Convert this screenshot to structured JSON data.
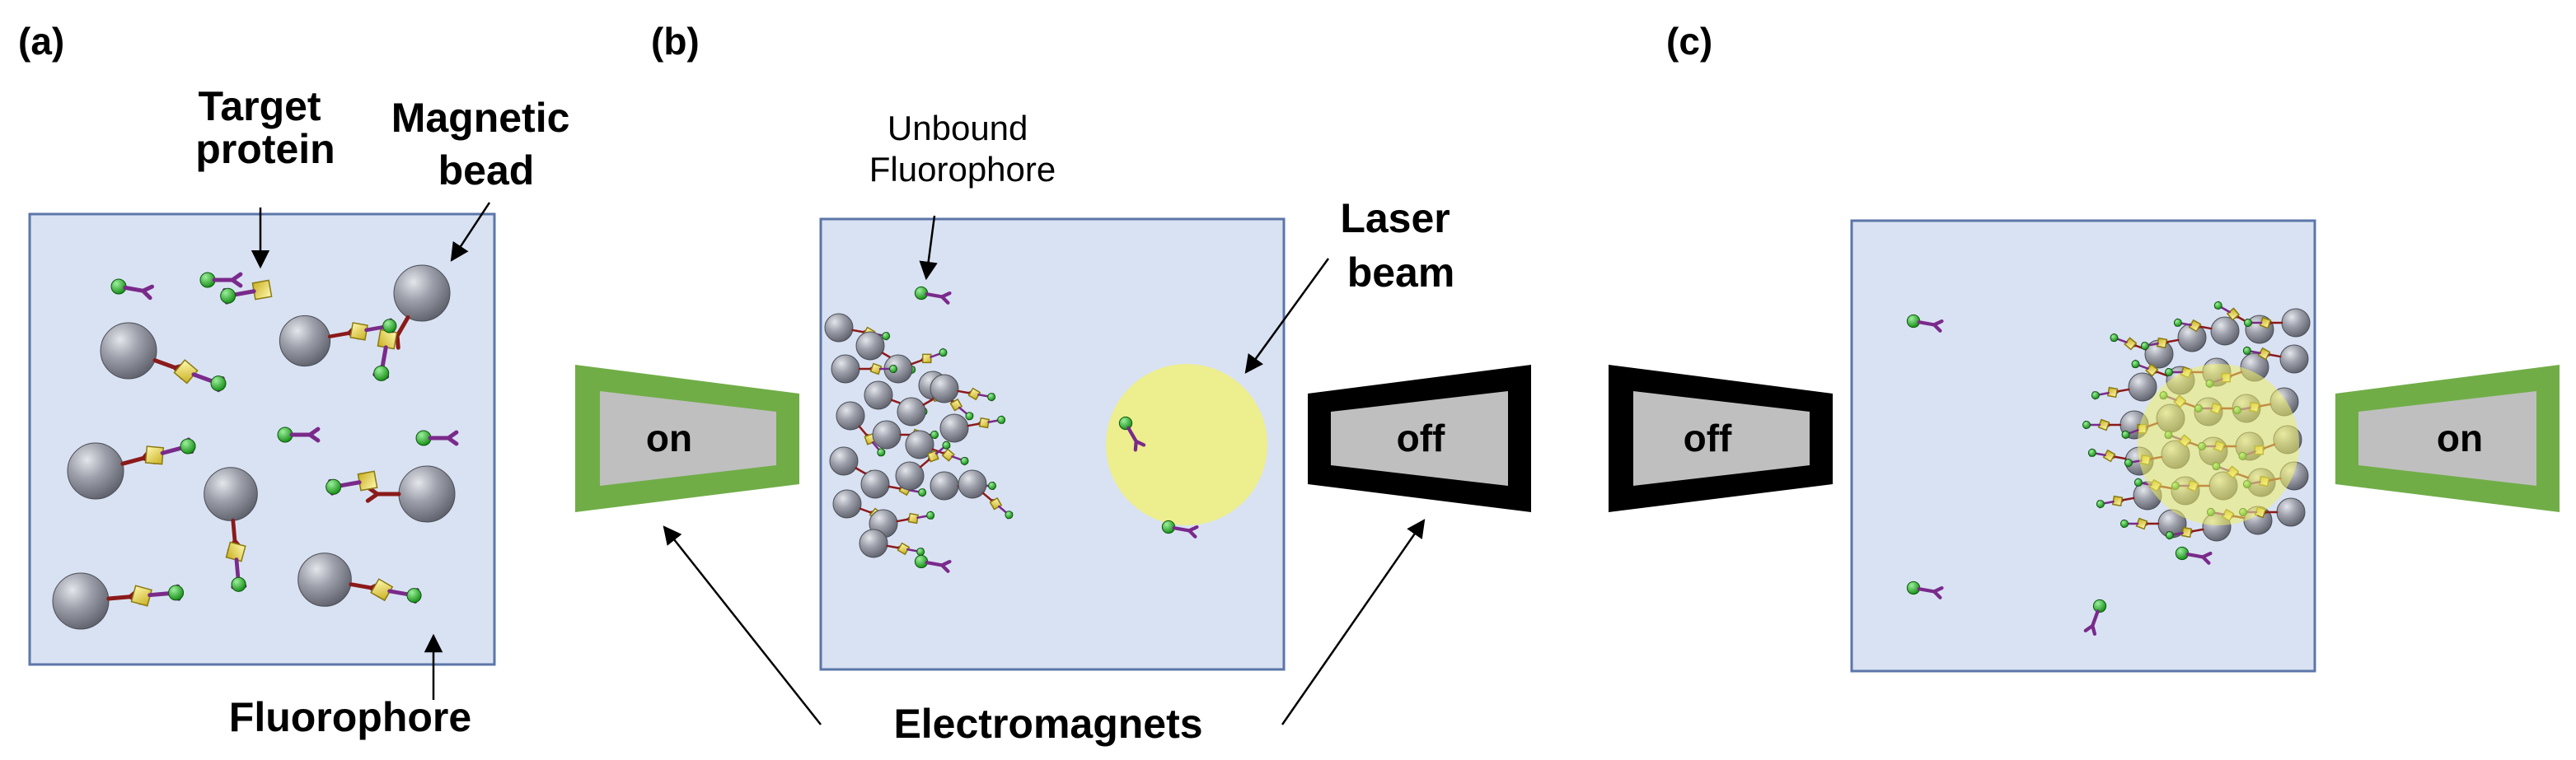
{
  "panels": {
    "a": {
      "letter": "(a)"
    },
    "b": {
      "letter": "(b)"
    },
    "c": {
      "letter": "(c)"
    }
  },
  "labels": {
    "target_protein": [
      "Target",
      "protein"
    ],
    "magnetic_bead": [
      "Magnetic",
      "bead"
    ],
    "fluorophore": "Fluorophore",
    "unbound_fluorophore": [
      "Unbound",
      "Fluorophore"
    ],
    "laser_beam": [
      "Laser",
      "beam"
    ],
    "electromagnets": "Electromagnets"
  },
  "electromagnets": {
    "magnet_1": "on",
    "magnet_2": "off",
    "magnet_3": "off",
    "magnet_4": "on"
  },
  "colors": {
    "chamber_fill": "#d9e2f3",
    "chamber_stroke": "#5b76a8",
    "magnet_on": "#70ad47",
    "magnet_off": "#000000",
    "magnet_core": "#bfbfbf",
    "bead": "#8a8d96",
    "antibody_red": "#8b1a1a",
    "antibody_purple": "#7a2a8a",
    "protein": "#f0e060",
    "fluorophore": "#22aa22",
    "laser": "#f0f080"
  }
}
